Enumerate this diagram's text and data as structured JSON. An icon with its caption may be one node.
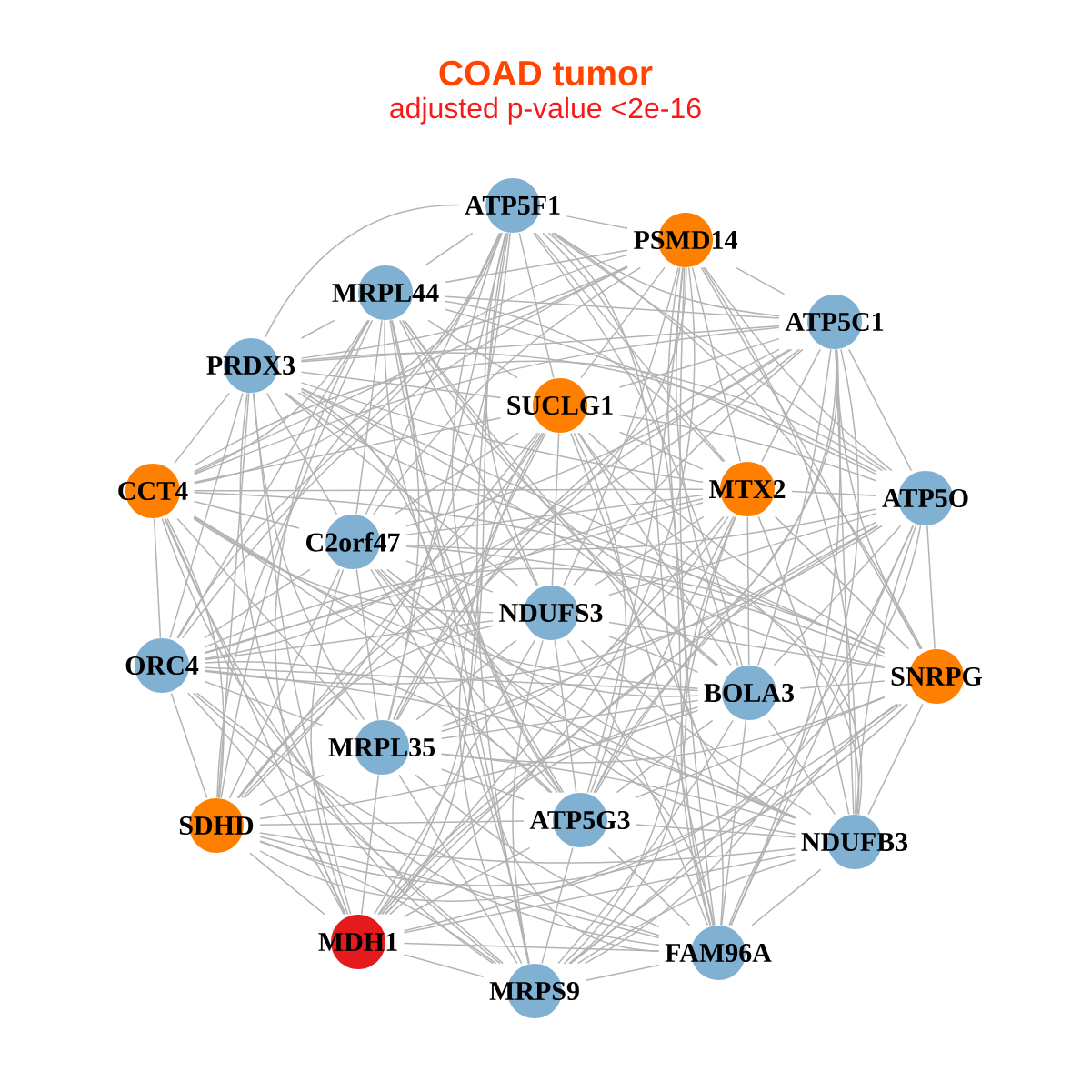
{
  "diagram": {
    "title": "COAD tumor",
    "nodes": [
      {
        "text": [
          "ATP5F1"
        ]
      },
      {
        "text": [
          "PSMD14"
        ]
      },
      {
        "text": [
          "MRPL44"
        ]
      },
      {
        "text": [
          "ATP5C1"
        ]
      },
      {
        "text": [
          "PRDX3"
        ]
      },
      {
        "text": [
          "SUCLG1"
        ]
      },
      {
        "text": [
          "MTX2"
        ]
      },
      {
        "text": [
          "CCT4"
        ]
      },
      {
        "text": [
          "ATP5O"
        ]
      },
      {
        "text": [
          "C2orf47"
        ]
      },
      {
        "text": [
          "NDUFS3"
        ]
      },
      {
        "text": [
          "ORC4"
        ]
      },
      {
        "text": [
          "SNRPG"
        ]
      },
      {
        "text": [
          "BOLA3"
        ]
      },
      {
        "text": [
          "MRPL35"
        ]
      },
      {
        "text": [
          "ATP5G3"
        ]
      },
      {
        "text": [
          "SDHD"
        ]
      },
      {
        "text": [
          "NDUFB3"
        ]
      },
      {
        "text": [
          "MDH1"
        ]
      },
      {
        "text": [
          "FAM96A"
        ]
      },
      {
        "text": [
          "MRPS9"
        ]
      }
    ],
    "edges": [
      {
        "from": 0,
        "to": 1,
        "arrow": "none"
      },
      {
        "from": 0,
        "to": 2,
        "arrow": "none"
      },
      {
        "from": 0,
        "to": 3,
        "arrow": "none"
      },
      {
        "from": 0,
        "to": 4,
        "arrow": "none"
      },
      {
        "from": 0,
        "to": 5,
        "arrow": "none"
      },
      {
        "from": 0,
        "to": 6,
        "arrow": "none"
      },
      {
        "from": 0,
        "to": 7,
        "arrow": "none"
      },
      {
        "from": 0,
        "to": 8,
        "arrow": "none"
      },
      {
        "from": 0,
        "to": 9,
        "arrow": "none"
      },
      {
        "from": 0,
        "to": 10,
        "arrow": "none"
      },
      {
        "from": 0,
        "to": 11,
        "arrow": "none"
      },
      {
        "from": 0,
        "to": 12,
        "arrow": "none"
      },
      {
        "from": 0,
        "to": 13,
        "arrow": "none"
      },
      {
        "from": 0,
        "to": 14,
        "arrow": "none"
      },
      {
        "from": 0,
        "to": 15,
        "arrow": "none"
      },
      {
        "from": 0,
        "to": 16,
        "arrow": "none"
      },
      {
        "from": 0,
        "to": 17,
        "arrow": "none"
      },
      {
        "from": 0,
        "to": 18,
        "arrow": "none"
      },
      {
        "from": 0,
        "to": 19,
        "arrow": "none"
      },
      {
        "from": 0,
        "to": 20,
        "arrow": "none"
      },
      {
        "from": 1,
        "to": 2,
        "arrow": "none"
      },
      {
        "from": 1,
        "to": 3,
        "arrow": "none"
      },
      {
        "from": 1,
        "to": 4,
        "arrow": "none"
      },
      {
        "from": 1,
        "to": 5,
        "arrow": "none"
      },
      {
        "from": 1,
        "to": 6,
        "arrow": "none"
      },
      {
        "from": 1,
        "to": 7,
        "arrow": "none"
      },
      {
        "from": 1,
        "to": 8,
        "arrow": "none"
      },
      {
        "from": 1,
        "to": 9,
        "arrow": "none"
      },
      {
        "from": 1,
        "to": 10,
        "arrow": "none"
      },
      {
        "from": 1,
        "to": 11,
        "arrow": "none"
      },
      {
        "from": 1,
        "to": 12,
        "arrow": "none"
      },
      {
        "from": 1,
        "to": 13,
        "arrow": "none"
      },
      {
        "from": 1,
        "to": 14,
        "arrow": "none"
      },
      {
        "from": 1,
        "to": 15,
        "arrow": "none"
      },
      {
        "from": 1,
        "to": 16,
        "arrow": "none"
      },
      {
        "from": 1,
        "to": 17,
        "arrow": "none"
      },
      {
        "from": 1,
        "to": 18,
        "arrow": "none"
      },
      {
        "from": 1,
        "to": 19,
        "arrow": "none"
      },
      {
        "from": 1,
        "to": 20,
        "arrow": "none"
      },
      {
        "from": 2,
        "to": 3,
        "arrow": "none"
      },
      {
        "from": 2,
        "to": 4,
        "arrow": "none"
      },
      {
        "from": 2,
        "to": 5,
        "arrow": "none"
      },
      {
        "from": 2,
        "to": 6,
        "arrow": "none"
      },
      {
        "from": 2,
        "to": 7,
        "arrow": "none"
      },
      {
        "from": 2,
        "to": 8,
        "arrow": "none"
      },
      {
        "from": 2,
        "to": 9,
        "arrow": "none"
      },
      {
        "from": 2,
        "to": 10,
        "arrow": "none"
      },
      {
        "from": 2,
        "to": 11,
        "arrow": "none"
      },
      {
        "from": 2,
        "to": 12,
        "arrow": "none"
      },
      {
        "from": 2,
        "to": 13,
        "arrow": "none"
      },
      {
        "from": 2,
        "to": 14,
        "arrow": "none"
      },
      {
        "from": 2,
        "to": 15,
        "arrow": "none"
      },
      {
        "from": 2,
        "to": 16,
        "arrow": "none"
      },
      {
        "from": 2,
        "to": 17,
        "arrow": "none"
      },
      {
        "from": 2,
        "to": 18,
        "arrow": "none"
      },
      {
        "from": 2,
        "to": 19,
        "arrow": "none"
      },
      {
        "from": 2,
        "to": 20,
        "arrow": "none"
      },
      {
        "from": 3,
        "to": 4,
        "arrow": "none"
      },
      {
        "from": 3,
        "to": 5,
        "arrow": "none"
      },
      {
        "from": 3,
        "to": 6,
        "arrow": "none"
      },
      {
        "from": 3,
        "to": 7,
        "arrow": "none"
      },
      {
        "from": 3,
        "to": 8,
        "arrow": "none"
      },
      {
        "from": 3,
        "to": 9,
        "arrow": "none"
      },
      {
        "from": 3,
        "to": 10,
        "arrow": "none"
      },
      {
        "from": 3,
        "to": 11,
        "arrow": "none"
      },
      {
        "from": 3,
        "to": 12,
        "arrow": "none"
      },
      {
        "from": 3,
        "to": 13,
        "arrow": "none"
      },
      {
        "from": 3,
        "to": 14,
        "arrow": "none"
      },
      {
        "from": 3,
        "to": 15,
        "arrow": "none"
      },
      {
        "from": 3,
        "to": 16,
        "arrow": "none"
      },
      {
        "from": 3,
        "to": 17,
        "arrow": "none"
      },
      {
        "from": 3,
        "to": 18,
        "arrow": "none"
      },
      {
        "from": 3,
        "to": 19,
        "arrow": "none"
      },
      {
        "from": 3,
        "to": 20,
        "arrow": "none"
      },
      {
        "from": 4,
        "to": 5,
        "arrow": "none"
      },
      {
        "from": 4,
        "to": 6,
        "arrow": "none"
      },
      {
        "from": 4,
        "to": 7,
        "arrow": "none"
      },
      {
        "from": 4,
        "to": 8,
        "arrow": "none"
      },
      {
        "from": 4,
        "to": 9,
        "arrow": "none"
      },
      {
        "from": 4,
        "to": 10,
        "arrow": "none"
      },
      {
        "from": 4,
        "to": 11,
        "arrow": "none"
      },
      {
        "from": 4,
        "to": 12,
        "arrow": "none"
      },
      {
        "from": 4,
        "to": 13,
        "arrow": "none"
      },
      {
        "from": 4,
        "to": 14,
        "arrow": "none"
      },
      {
        "from": 4,
        "to": 15,
        "arrow": "none"
      },
      {
        "from": 4,
        "to": 16,
        "arrow": "none"
      },
      {
        "from": 4,
        "to": 17,
        "arrow": "none"
      },
      {
        "from": 4,
        "to": 18,
        "arrow": "none"
      },
      {
        "from": 4,
        "to": 19,
        "arrow": "none"
      },
      {
        "from": 4,
        "to": 20,
        "arrow": "none"
      },
      {
        "from": 5,
        "to": 6,
        "arrow": "none"
      },
      {
        "from": 5,
        "to": 7,
        "arrow": "none"
      },
      {
        "from": 5,
        "to": 8,
        "arrow": "none"
      },
      {
        "from": 5,
        "to": 9,
        "arrow": "none"
      },
      {
        "from": 5,
        "to": 10,
        "arrow": "none"
      },
      {
        "from": 5,
        "to": 11,
        "arrow": "none"
      },
      {
        "from": 5,
        "to": 12,
        "arrow": "none"
      },
      {
        "from": 5,
        "to": 13,
        "arrow": "none"
      },
      {
        "from": 5,
        "to": 14,
        "arrow": "none"
      },
      {
        "from": 5,
        "to": 15,
        "arrow": "none"
      },
      {
        "from": 5,
        "to": 16,
        "arrow": "none"
      },
      {
        "from": 5,
        "to": 17,
        "arrow": "none"
      },
      {
        "from": 5,
        "to": 18,
        "arrow": "none"
      },
      {
        "from": 5,
        "to": 19,
        "arrow": "none"
      },
      {
        "from": 5,
        "to": 20,
        "arrow": "none"
      },
      {
        "from": 6,
        "to": 7,
        "arrow": "none"
      },
      {
        "from": 6,
        "to": 8,
        "arrow": "none"
      },
      {
        "from": 6,
        "to": 9,
        "arrow": "none"
      },
      {
        "from": 6,
        "to": 10,
        "arrow": "none"
      },
      {
        "from": 6,
        "to": 11,
        "arrow": "none"
      },
      {
        "from": 6,
        "to": 12,
        "arrow": "none"
      },
      {
        "from": 6,
        "to": 13,
        "arrow": "none"
      },
      {
        "from": 6,
        "to": 14,
        "arrow": "none"
      },
      {
        "from": 6,
        "to": 15,
        "arrow": "none"
      },
      {
        "from": 6,
        "to": 16,
        "arrow": "none"
      },
      {
        "from": 6,
        "to": 17,
        "arrow": "none"
      },
      {
        "from": 6,
        "to": 18,
        "arrow": "none"
      },
      {
        "from": 6,
        "to": 19,
        "arrow": "none"
      },
      {
        "from": 6,
        "to": 20,
        "arrow": "none"
      },
      {
        "from": 7,
        "to": 8,
        "arrow": "none"
      },
      {
        "from": 7,
        "to": 9,
        "arrow": "none"
      },
      {
        "from": 7,
        "to": 10,
        "arrow": "none"
      },
      {
        "from": 7,
        "to": 11,
        "arrow": "none"
      },
      {
        "from": 7,
        "to": 12,
        "arrow": "none"
      },
      {
        "from": 7,
        "to": 13,
        "arrow": "none"
      },
      {
        "from": 7,
        "to": 14,
        "arrow": "none"
      },
      {
        "from": 7,
        "to": 15,
        "arrow": "none"
      },
      {
        "from": 7,
        "to": 16,
        "arrow": "none"
      },
      {
        "from": 7,
        "to": 17,
        "arrow": "none"
      },
      {
        "from": 7,
        "to": 18,
        "arrow": "none"
      },
      {
        "from": 7,
        "to": 19,
        "arrow": "none"
      },
      {
        "from": 7,
        "to": 20,
        "arrow": "none"
      },
      {
        "from": 8,
        "to": 9,
        "arrow": "none"
      },
      {
        "from": 8,
        "to": 10,
        "arrow": "none"
      },
      {
        "from": 8,
        "to": 11,
        "arrow": "none"
      },
      {
        "from": 8,
        "to": 12,
        "arrow": "none"
      },
      {
        "from": 8,
        "to": 13,
        "arrow": "none"
      },
      {
        "from": 8,
        "to": 14,
        "arrow": "none"
      },
      {
        "from": 8,
        "to": 15,
        "arrow": "none"
      },
      {
        "from": 8,
        "to": 16,
        "arrow": "none"
      },
      {
        "from": 8,
        "to": 17,
        "arrow": "none"
      },
      {
        "from": 8,
        "to": 18,
        "arrow": "none"
      },
      {
        "from": 8,
        "to": 19,
        "arrow": "none"
      },
      {
        "from": 8,
        "to": 20,
        "arrow": "none"
      },
      {
        "from": 9,
        "to": 10,
        "arrow": "none"
      },
      {
        "from": 9,
        "to": 11,
        "arrow": "none"
      },
      {
        "from": 9,
        "to": 12,
        "arrow": "none"
      },
      {
        "from": 9,
        "to": 13,
        "arrow": "none"
      },
      {
        "from": 9,
        "to": 14,
        "arrow": "none"
      },
      {
        "from": 9,
        "to": 15,
        "arrow": "none"
      },
      {
        "from": 9,
        "to": 16,
        "arrow": "none"
      },
      {
        "from": 9,
        "to": 17,
        "arrow": "none"
      },
      {
        "from": 9,
        "to": 18,
        "arrow": "none"
      },
      {
        "from": 9,
        "to": 19,
        "arrow": "none"
      },
      {
        "from": 9,
        "to": 20,
        "arrow": "none"
      },
      {
        "from": 10,
        "to": 11,
        "arrow": "none"
      },
      {
        "from": 10,
        "to": 12,
        "arrow": "none"
      },
      {
        "from": 10,
        "to": 13,
        "arrow": "none"
      },
      {
        "from": 10,
        "to": 14,
        "arrow": "none"
      },
      {
        "from": 10,
        "to": 15,
        "arrow": "none"
      },
      {
        "from": 10,
        "to": 16,
        "arrow": "none"
      },
      {
        "from": 10,
        "to": 17,
        "arrow": "none"
      },
      {
        "from": 10,
        "to": 18,
        "arrow": "none"
      },
      {
        "from": 10,
        "to": 19,
        "arrow": "none"
      },
      {
        "from": 10,
        "to": 20,
        "arrow": "none"
      },
      {
        "from": 11,
        "to": 12,
        "arrow": "none"
      },
      {
        "from": 11,
        "to": 13,
        "arrow": "none"
      },
      {
        "from": 11,
        "to": 14,
        "arrow": "none"
      },
      {
        "from": 11,
        "to": 15,
        "arrow": "none"
      },
      {
        "from": 11,
        "to": 16,
        "arrow": "none"
      },
      {
        "from": 11,
        "to": 17,
        "arrow": "none"
      },
      {
        "from": 11,
        "to": 18,
        "arrow": "none"
      },
      {
        "from": 11,
        "to": 19,
        "arrow": "none"
      },
      {
        "from": 11,
        "to": 20,
        "arrow": "none"
      },
      {
        "from": 12,
        "to": 13,
        "arrow": "none"
      },
      {
        "from": 12,
        "to": 14,
        "arrow": "none"
      },
      {
        "from": 12,
        "to": 15,
        "arrow": "none"
      },
      {
        "from": 12,
        "to": 16,
        "arrow": "none"
      },
      {
        "from": 12,
        "to": 17,
        "arrow": "none"
      },
      {
        "from": 12,
        "to": 18,
        "arrow": "none"
      },
      {
        "from": 12,
        "to": 19,
        "arrow": "none"
      },
      {
        "from": 12,
        "to": 20,
        "arrow": "none"
      },
      {
        "from": 13,
        "to": 14,
        "arrow": "none"
      },
      {
        "from": 13,
        "to": 15,
        "arrow": "none"
      },
      {
        "from": 13,
        "to": 16,
        "arrow": "none"
      },
      {
        "from": 13,
        "to": 17,
        "arrow": "none"
      },
      {
        "from": 13,
        "to": 18,
        "arrow": "none"
      },
      {
        "from": 13,
        "to": 19,
        "arrow": "none"
      },
      {
        "from": 13,
        "to": 20,
        "arrow": "none"
      },
      {
        "from": 14,
        "to": 15,
        "arrow": "none"
      },
      {
        "from": 14,
        "to": 16,
        "arrow": "none"
      },
      {
        "from": 14,
        "to": 17,
        "arrow": "none"
      },
      {
        "from": 14,
        "to": 18,
        "arrow": "none"
      },
      {
        "from": 14,
        "to": 19,
        "arrow": "none"
      },
      {
        "from": 14,
        "to": 20,
        "arrow": "none"
      },
      {
        "from": 15,
        "to": 16,
        "arrow": "none"
      },
      {
        "from": 15,
        "to": 17,
        "arrow": "none"
      },
      {
        "from": 15,
        "to": 18,
        "arrow": "none"
      },
      {
        "from": 15,
        "to": 19,
        "arrow": "none"
      },
      {
        "from": 15,
        "to": 20,
        "arrow": "none"
      },
      {
        "from": 16,
        "to": 17,
        "arrow": "none"
      },
      {
        "from": 16,
        "to": 18,
        "arrow": "none"
      },
      {
        "from": 16,
        "to": 19,
        "arrow": "none"
      },
      {
        "from": 16,
        "to": 20,
        "arrow": "none"
      },
      {
        "from": 17,
        "to": 18,
        "arrow": "none"
      },
      {
        "from": 17,
        "to": 19,
        "arrow": "none"
      },
      {
        "from": 17,
        "to": 20,
        "arrow": "none"
      },
      {
        "from": 18,
        "to": 19,
        "arrow": "none"
      },
      {
        "from": 18,
        "to": 20,
        "arrow": "none"
      },
      {
        "from": 19,
        "to": 20,
        "arrow": "none"
      }
    ],
    "labels": [
      "adjusted p-value <2e-16"
    ]
  }
}
